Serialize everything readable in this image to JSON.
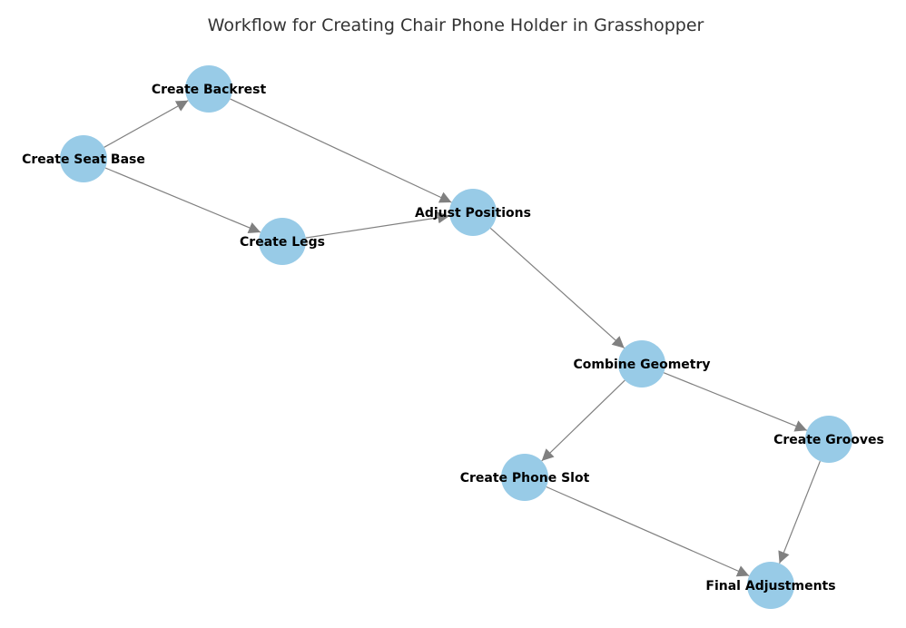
{
  "title": "Workflow for Creating Chair Phone Holder in Grasshopper",
  "colors": {
    "node_fill": "#98cbe7",
    "edge": "#808080",
    "label": "#000000",
    "title": "#333333",
    "background": "#ffffff"
  },
  "nodes": [
    {
      "id": "seat_base",
      "label": "Create Seat Base"
    },
    {
      "id": "backrest",
      "label": "Create Backrest"
    },
    {
      "id": "legs",
      "label": "Create Legs"
    },
    {
      "id": "adjust",
      "label": "Adjust Positions"
    },
    {
      "id": "combine",
      "label": "Combine Geometry"
    },
    {
      "id": "phone_slot",
      "label": "Create Phone Slot"
    },
    {
      "id": "grooves",
      "label": "Create Grooves"
    },
    {
      "id": "final",
      "label": "Final Adjustments"
    }
  ],
  "edges": [
    {
      "from": "seat_base",
      "to": "backrest"
    },
    {
      "from": "seat_base",
      "to": "legs"
    },
    {
      "from": "backrest",
      "to": "adjust"
    },
    {
      "from": "legs",
      "to": "adjust"
    },
    {
      "from": "adjust",
      "to": "combine"
    },
    {
      "from": "combine",
      "to": "phone_slot"
    },
    {
      "from": "combine",
      "to": "grooves"
    },
    {
      "from": "phone_slot",
      "to": "final"
    },
    {
      "from": "grooves",
      "to": "final"
    }
  ]
}
